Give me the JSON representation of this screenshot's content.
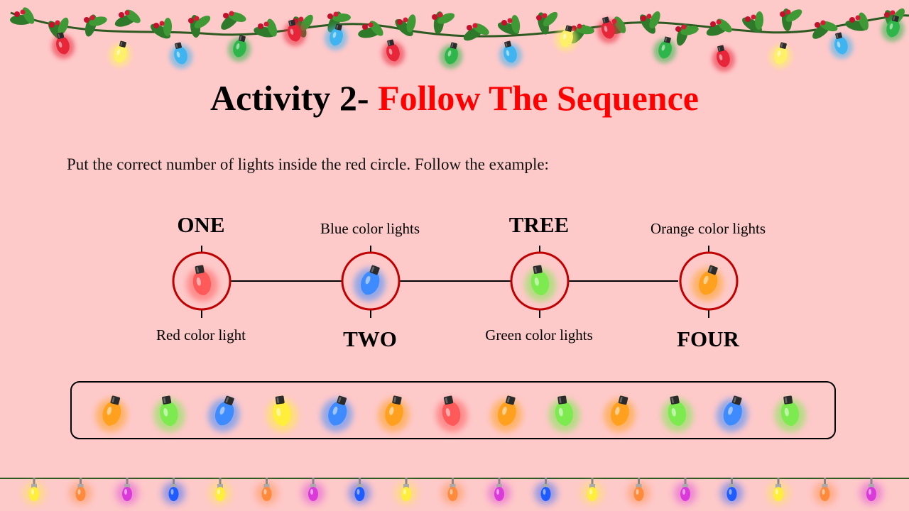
{
  "title": {
    "part1": "Activity 2- ",
    "part2": "Follow The Sequence"
  },
  "instruction": "Put the correct number of lights inside the red circle. Follow the example:",
  "sequence": [
    {
      "number": "ONE",
      "description": "Red color light",
      "bulb_color": "#ff5a5a"
    },
    {
      "number": "TWO",
      "description": "Blue color lights",
      "bulb_color": "#3d8bff"
    },
    {
      "number": "TREE",
      "description": "Green color lights",
      "bulb_color": "#7dea4f"
    },
    {
      "number": "FOUR",
      "description": "Orange color lights",
      "bulb_color": "#ffa11f"
    }
  ],
  "tray_bulbs": [
    "#ffa11f",
    "#7dea4f",
    "#3d8bff",
    "#ffee3c",
    "#3d8bff",
    "#ffa11f",
    "#ff5a5a",
    "#ffa11f",
    "#7dea4f",
    "#ffa11f",
    "#7dea4f",
    "#3d8bff",
    "#7dea4f"
  ],
  "garland_top_bulbs": [
    "#e8263a",
    "#fff06a",
    "#3fb4f0",
    "#2fb64a",
    "#e8263a",
    "#3fb4f0",
    "#e8263a",
    "#2fb64a",
    "#3fb4f0",
    "#fff06a",
    "#e8263a",
    "#2fb64a",
    "#e8263a",
    "#fff06a",
    "#3fb4f0",
    "#2fb64a"
  ],
  "garland_bottom_bulbs": [
    "#ffee3c",
    "#ff8a3c",
    "#d93ad9",
    "#1f5cff",
    "#ffee3c",
    "#ff8a3c",
    "#d93ad9",
    "#1f5cff",
    "#ffee3c",
    "#ff8a3c",
    "#d93ad9",
    "#1f5cff",
    "#ffee3c",
    "#ff8a3c",
    "#d93ad9",
    "#1f5cff",
    "#ffee3c",
    "#ff8a3c",
    "#d93ad9"
  ],
  "colors": {
    "background": "#fec9c9",
    "circle_stroke": "#c00000",
    "title_accent": "#ff0000"
  }
}
